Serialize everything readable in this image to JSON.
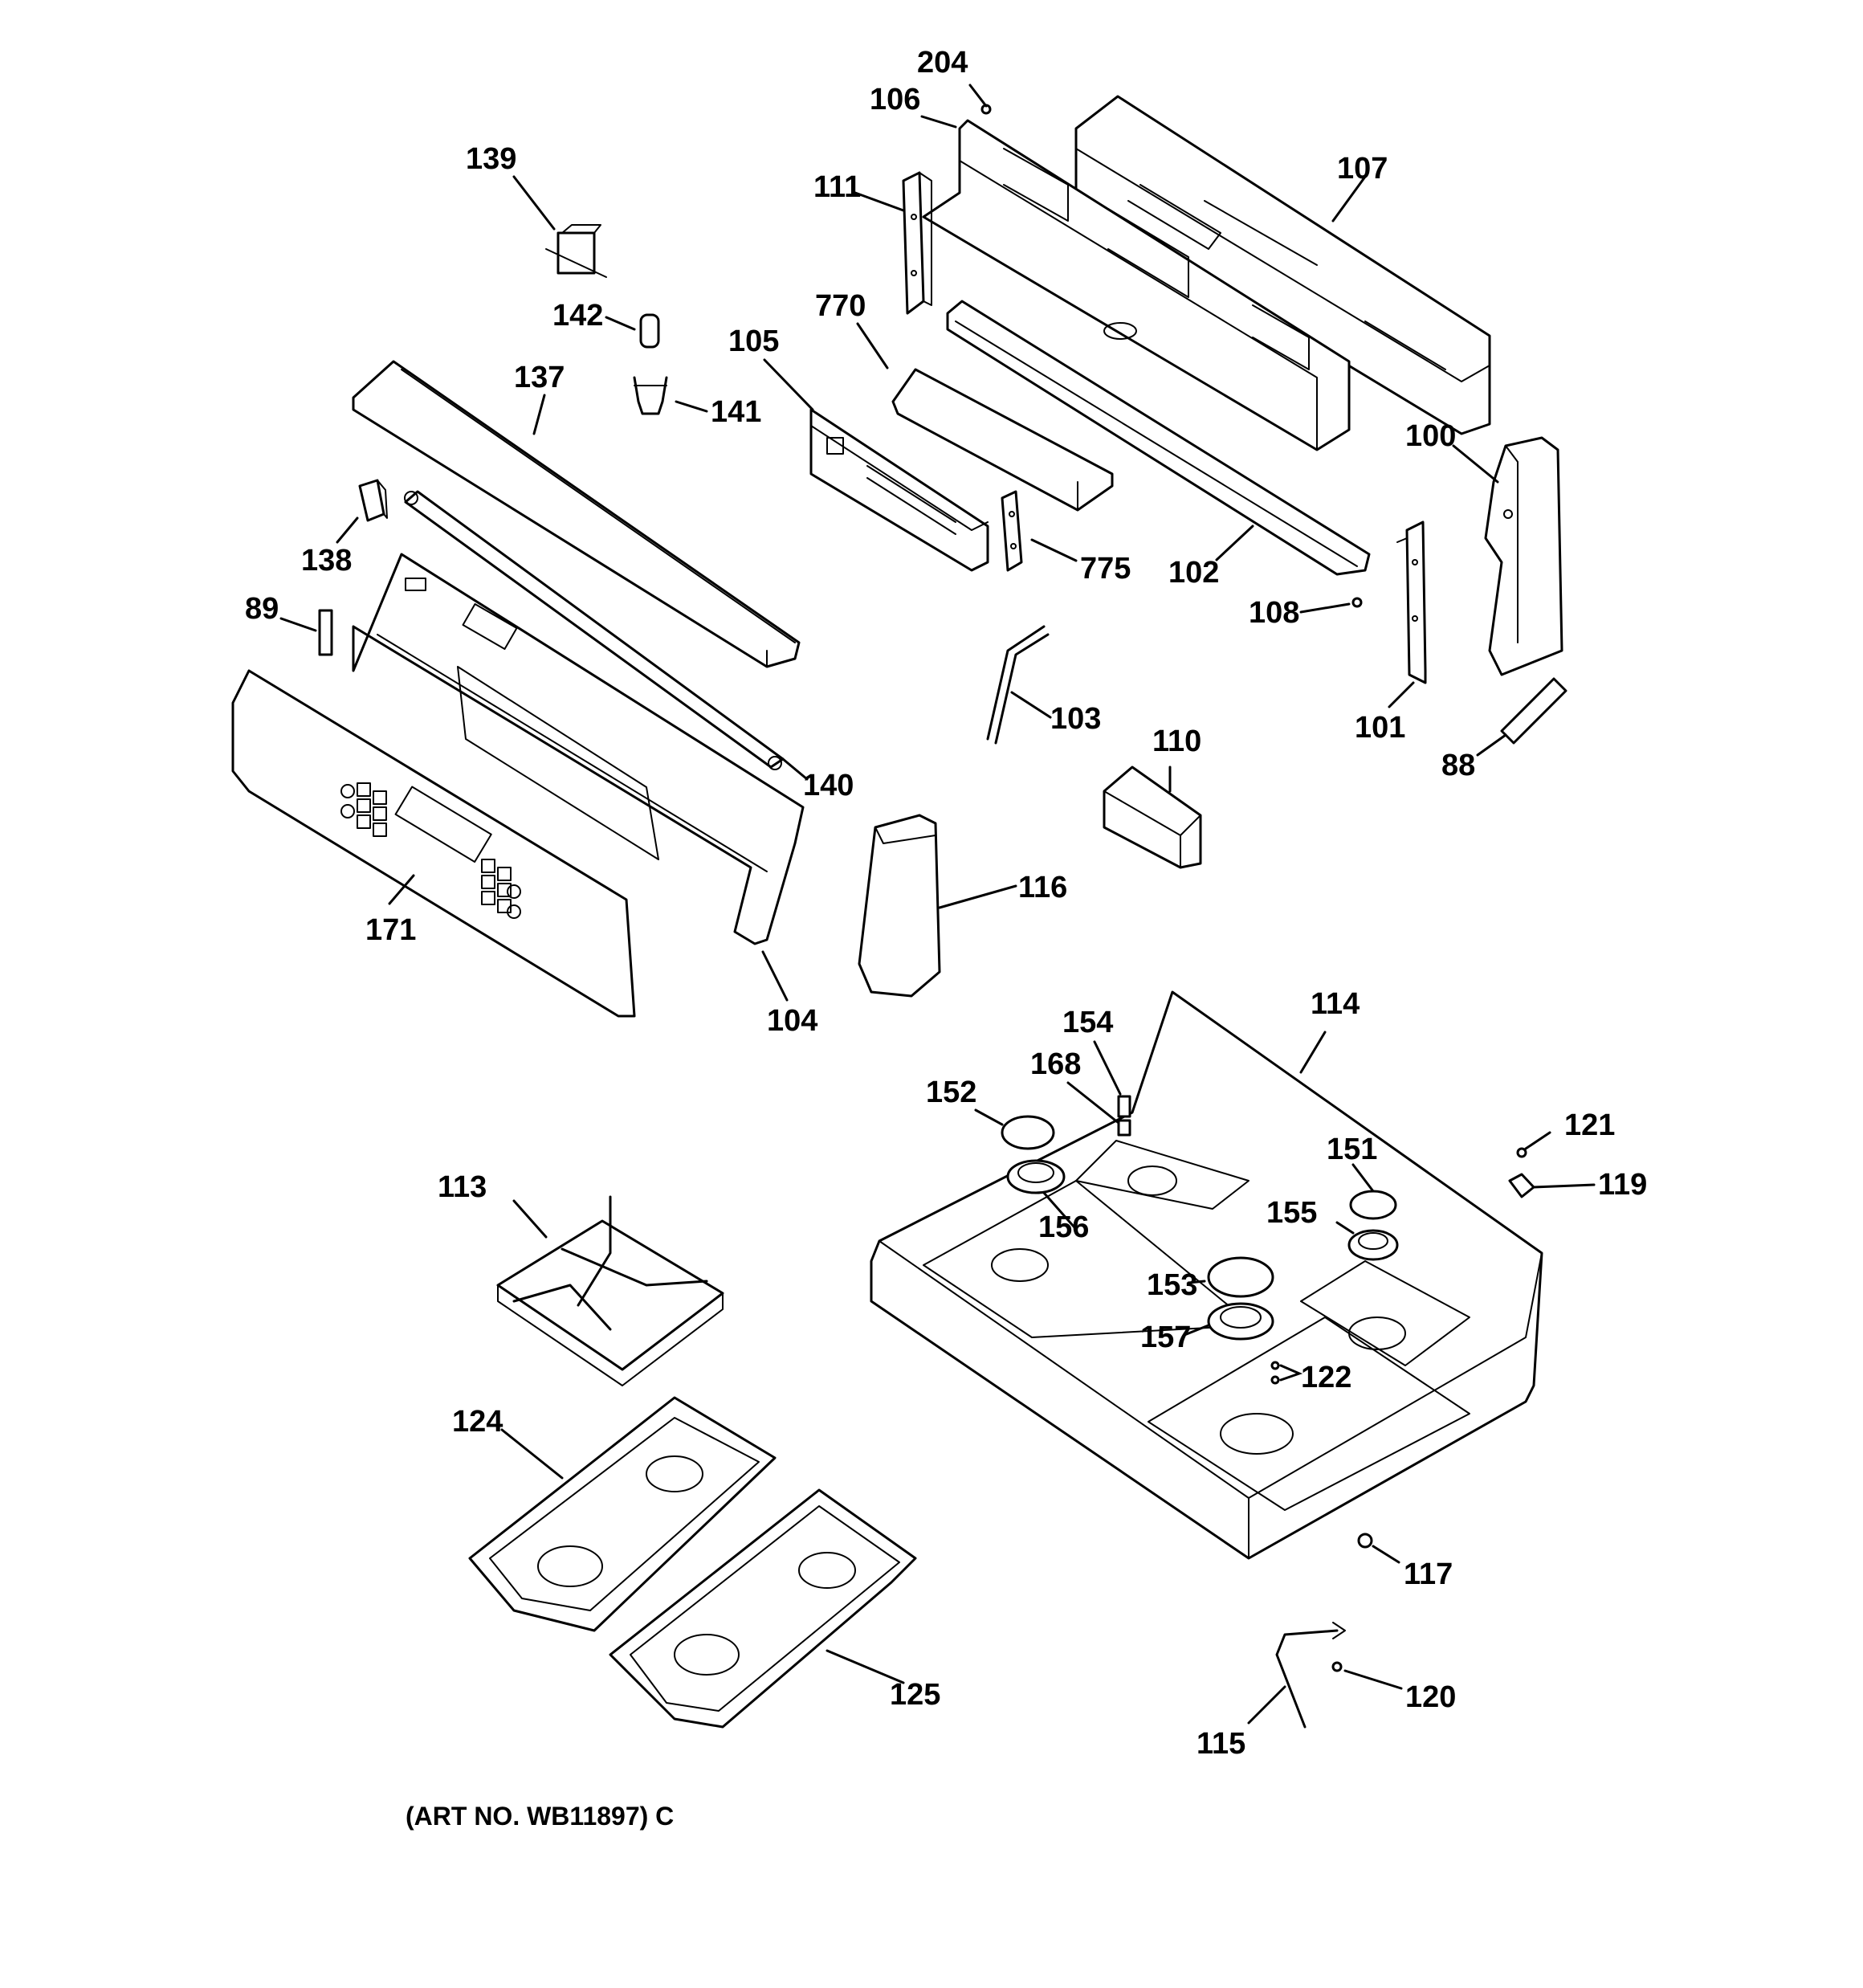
{
  "caption": "(ART NO. WB11897) C",
  "labels": {
    "p204": "204",
    "p106": "106",
    "p107": "107",
    "p139": "139",
    "p111": "111",
    "p142": "142",
    "p770": "770",
    "p105": "105",
    "p137": "137",
    "p141": "141",
    "p100": "100",
    "p138": "138",
    "p775": "775",
    "p102": "102",
    "p108": "108",
    "p89": "89",
    "p103": "103",
    "p101": "101",
    "p110": "110",
    "p88": "88",
    "p140": "140",
    "p116": "116",
    "p171": "171",
    "p104": "104",
    "p114": "114",
    "p154": "154",
    "p168": "168",
    "p152": "152",
    "p121": "121",
    "p151": "151",
    "p119": "119",
    "p113": "113",
    "p156": "156",
    "p155": "155",
    "p153": "153",
    "p157": "157",
    "p122": "122",
    "p124": "124",
    "p117": "117",
    "p120": "120",
    "p125": "125",
    "p115": "115"
  }
}
